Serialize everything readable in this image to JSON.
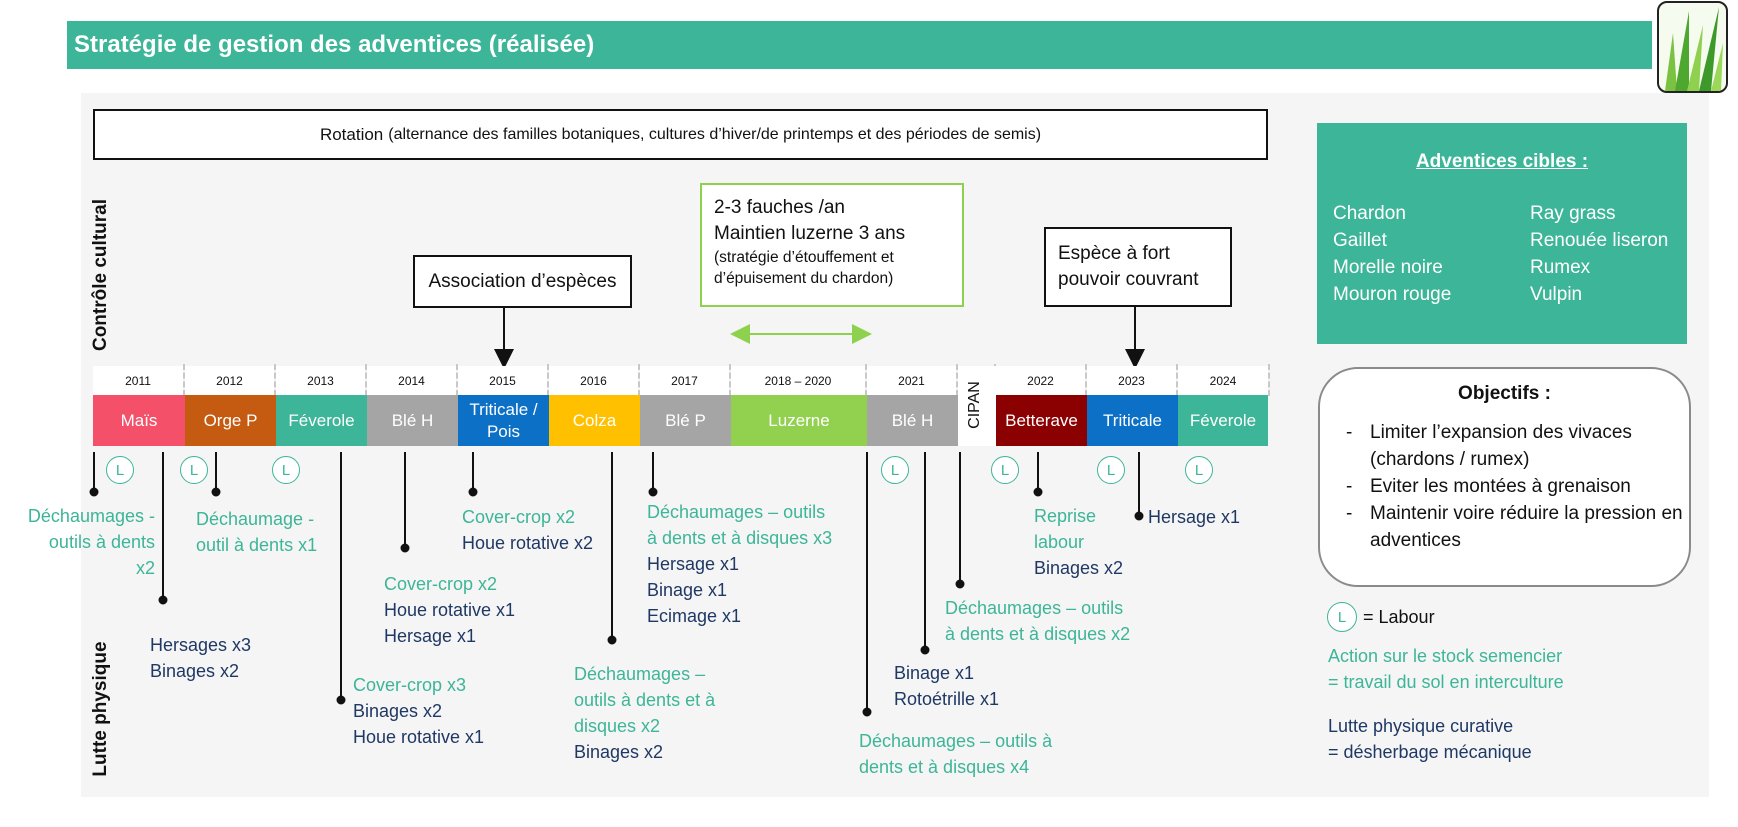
{
  "title": "Stratégie de gestion des adventices (réalisée)",
  "rotation": {
    "label": "Rotation",
    "detail": "(alternance des familles botaniques, cultures d’hiver/de printemps et des périodes de semis)"
  },
  "side_labels": {
    "cultural": "Contrôle cultural",
    "physical": "Lutte  physique"
  },
  "callouts": {
    "association": "Association d’espèces",
    "luzerne_line1": "2-3 fauches /an",
    "luzerne_line2": "Maintien luzerne 3 ans",
    "luzerne_small1": "(stratégie d’étouffement et",
    "luzerne_small2": "d’épuisement du chardon)",
    "espece_line1": "Espèce à fort",
    "espece_line2": "pouvoir couvrant"
  },
  "years": [
    "2011",
    "2012",
    "2013",
    "2014",
    "2015",
    "2016",
    "2017",
    "2018 – 2020",
    "2021",
    "2022",
    "2023",
    "2024"
  ],
  "crops": [
    "Maïs",
    "Orge P",
    "Féverole",
    "Blé H",
    "Triticale / Pois",
    "Colza",
    "Blé P",
    "Luzerne",
    "Blé H",
    "Betterave",
    "Triticale",
    "Féverole"
  ],
  "cipan": "CIPAN",
  "labour_symbol": "L",
  "actions": {
    "a1": [
      "Déchaumages -",
      "outils à dents",
      "x2"
    ],
    "a2": [
      "Hersages x3",
      "Binages x2"
    ],
    "a3": [
      "Déchaumage -",
      "outil à dents x1"
    ],
    "a4_teal": "Cover-crop x3",
    "a4_navy": [
      "Binages x2",
      "Houe rotative x1"
    ],
    "a5_teal": "Cover-crop x2",
    "a5_navy": [
      "Houe rotative x1",
      "Hersage x1"
    ],
    "a6_teal": "Cover-crop x2",
    "a6_navy": "Houe rotative x2",
    "a7_teal": [
      "Déchaumages –",
      "outils à dents et à",
      "disques x2"
    ],
    "a7_navy": "Binages x2",
    "a8_teal": [
      "Déchaumages – outils",
      "à dents et à disques x3"
    ],
    "a8_navy": [
      "Hersage x1",
      "Binage x1",
      "Ecimage x1"
    ],
    "a9": [
      "Déchaumages – outils à",
      "dents et à disques x4"
    ],
    "a10": [
      "Binage x1",
      "Rotoétrille x1"
    ],
    "a11": [
      "Déchaumages – outils",
      "à dents et à disques x2"
    ],
    "a12_teal": [
      "Reprise",
      "labour"
    ],
    "a12_navy": "Binages x2",
    "a13": "Hersage x1"
  },
  "targets": {
    "title": "Adventices cibles :",
    "col1": [
      "Chardon",
      "Gaillet",
      "Morelle noire",
      "Mouron rouge"
    ],
    "col2": [
      "Ray grass",
      "Renouée liseron",
      "Rumex",
      "Vulpin"
    ]
  },
  "objectives": {
    "title": "Objectifs :",
    "items": [
      "Limiter l’expansion des vivaces (chardons / rumex)",
      "Eviter les montées à grenaison",
      "Maintenir voire réduire la pression en adventices"
    ]
  },
  "legend": {
    "labour": "= Labour",
    "stock1": "Action sur le stock semencier",
    "stock2": "= travail du sol en interculture",
    "curative1": "Lutte physique curative",
    "curative2": "= désherbage mécanique"
  },
  "colors": {
    "teal": "#3db598",
    "navy": "#1f3864",
    "mais": "#f4506a",
    "orge": "#c55a11",
    "feverole": "#3db598",
    "ble": "#a5a5a5",
    "triticale": "#0b70c6",
    "colza": "#ffc000",
    "luzerne": "#92d050",
    "betterave": "#8b0000"
  }
}
